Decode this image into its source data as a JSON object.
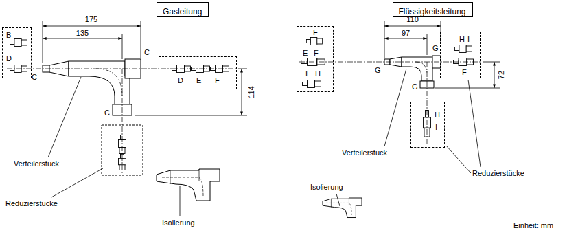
{
  "diagram": {
    "nodes": [
      {
        "text": [
          "Gasleitung"
        ]
      },
      {
        "text": [
          "B",
          "D"
        ]
      },
      {
        "text": [
          "D",
          "E",
          "F"
        ]
      },
      {
        "text": [
          "Flüssigkeitsleitung"
        ]
      },
      {
        "text": [
          "F",
          "E",
          "F",
          "I",
          "H"
        ]
      },
      {
        "text": [
          "H",
          "I",
          "F"
        ]
      },
      {
        "text": [
          "H",
          "I"
        ]
      }
    ],
    "labels": [
      "175",
      "135",
      "C",
      "C",
      "C",
      "114",
      "Verteilerstück",
      "Reduzierstücke",
      "Isolierung",
      "110",
      "97",
      "G",
      "G",
      "G",
      "72",
      "Verteilerstück",
      "Reduzierstücke",
      "Isolierung",
      "Einheit: mm"
    ]
  }
}
